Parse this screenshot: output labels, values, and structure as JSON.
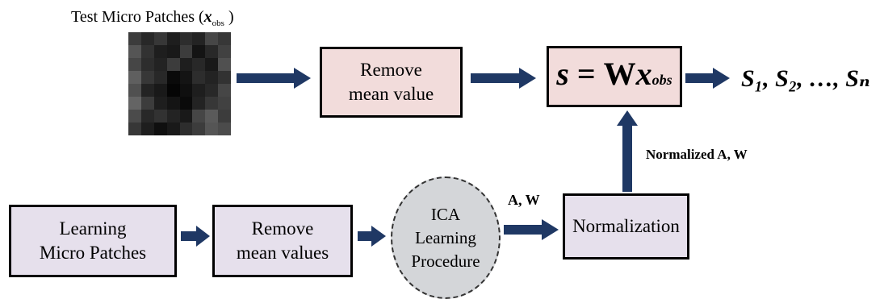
{
  "top_label": {
    "prefix": "Test Micro Patches (",
    "var": "x",
    "sub": "obs",
    "suffix": " )"
  },
  "boxes": {
    "remove_mean_value": "Remove\nmean value",
    "learning_patches": "Learning\nMicro Patches",
    "remove_mean_values": "Remove\nmean values",
    "ica": "ICA\nLearning\nProcedure",
    "normalization": "Normalization"
  },
  "equation": {
    "lhs": "s",
    "eq": " = ",
    "mat": "W",
    "var": "x",
    "sub": "obs"
  },
  "output": "S₁, S₂, …, Sₙ",
  "labels": {
    "aw": "A, W",
    "normalized_aw": "Normalized A, W"
  },
  "colors": {
    "pink": "#f2dcdb",
    "lavender": "#e6e0ec",
    "ellipse": "#d4d6d9",
    "arrow": "#1f3864"
  },
  "patch_shades": [
    [
      60,
      40,
      55,
      30,
      45,
      35,
      70,
      55
    ],
    [
      85,
      50,
      30,
      25,
      60,
      20,
      40,
      65
    ],
    [
      70,
      45,
      35,
      60,
      30,
      40,
      25,
      80
    ],
    [
      95,
      55,
      40,
      10,
      20,
      45,
      35,
      50
    ],
    [
      80,
      35,
      25,
      5,
      15,
      30,
      40,
      70
    ],
    [
      100,
      60,
      30,
      20,
      10,
      35,
      55,
      65
    ],
    [
      75,
      40,
      50,
      35,
      25,
      70,
      90,
      60
    ],
    [
      55,
      30,
      15,
      25,
      45,
      60,
      85,
      75
    ]
  ]
}
